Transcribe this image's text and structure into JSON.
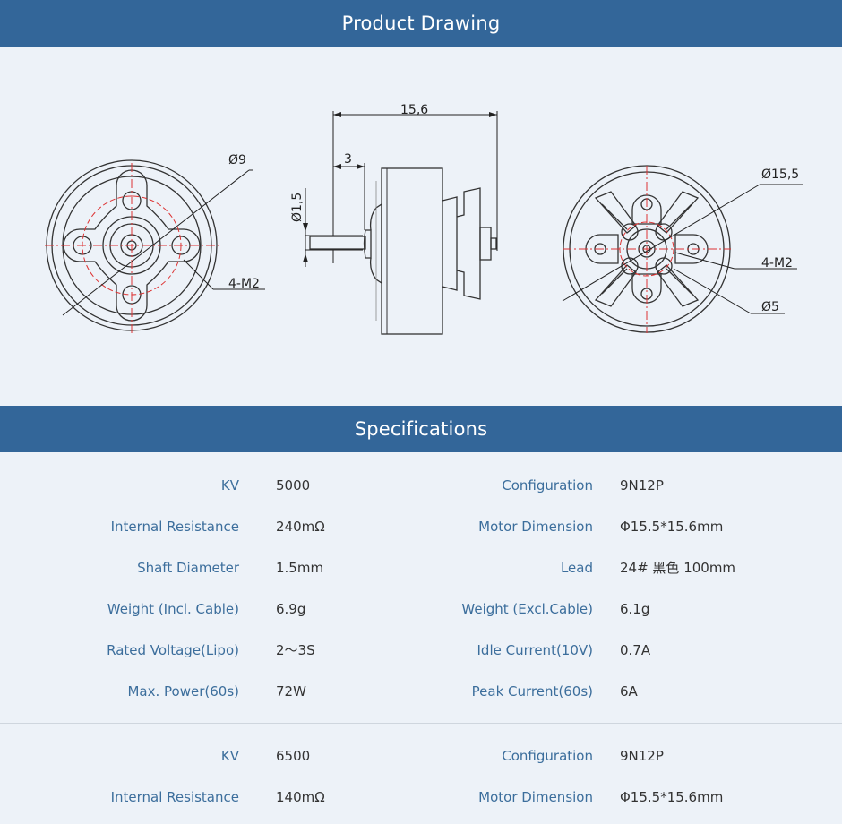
{
  "drawing": {
    "title": "Product Drawing",
    "labels": {
      "front_diameter": "Ø9",
      "front_holes": "4-M2",
      "side_length": "15,6",
      "side_shaft_len": "3",
      "side_shaft_dia": "Ø1,5",
      "rear_diameter": "Ø15,5",
      "rear_holes": "4-M2",
      "rear_center": "Ø5"
    }
  },
  "specs": {
    "title": "Specifications",
    "groups": [
      {
        "rows": [
          {
            "l1": "KV",
            "v1": "5000",
            "l2": "Configuration",
            "v2": "9N12P"
          },
          {
            "l1": "Internal Resistance",
            "v1": "240mΩ",
            "l2": "Motor Dimension",
            "v2": "Φ15.5*15.6mm"
          },
          {
            "l1": "Shaft Diameter",
            "v1": "1.5mm",
            "l2": "Lead",
            "v2": "24# 黑色 100mm"
          },
          {
            "l1": "Weight (Incl. Cable)",
            "v1": "6.9g",
            "l2": "Weight (Excl.Cable)",
            "v2": "6.1g"
          },
          {
            "l1": "Rated Voltage(Lipo)",
            "v1": "2～3S",
            "l2": "Idle Current(10V)",
            "v2": "0.7A"
          },
          {
            "l1": "Max. Power(60s)",
            "v1": "72W",
            "l2": "Peak Current(60s)",
            "v2": "6A"
          }
        ]
      },
      {
        "rows": [
          {
            "l1": "KV",
            "v1": "6500",
            "l2": "Configuration",
            "v2": "9N12P"
          },
          {
            "l1": "Internal Resistance",
            "v1": "140mΩ",
            "l2": "Motor Dimension",
            "v2": "Φ15.5*15.6mm"
          }
        ]
      }
    ]
  }
}
